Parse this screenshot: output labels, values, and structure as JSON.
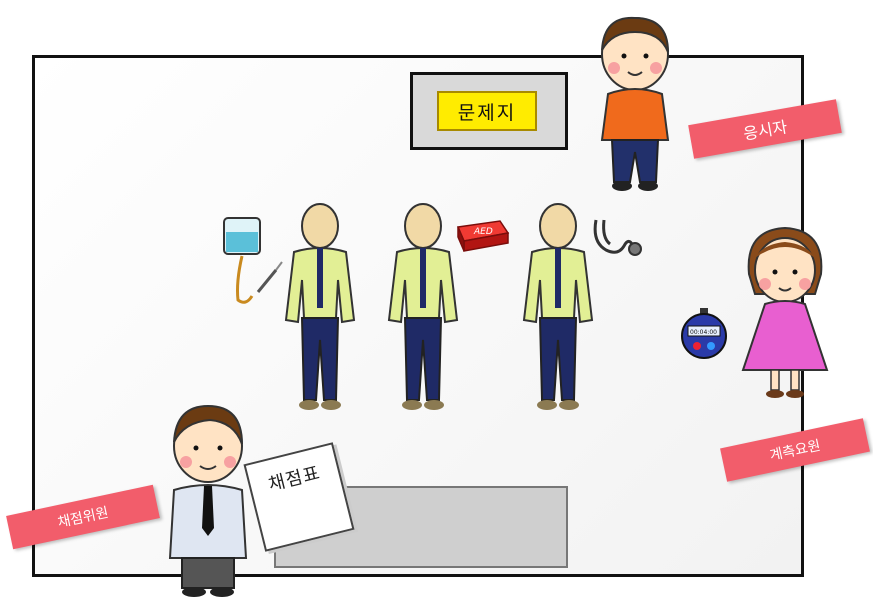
{
  "labels": {
    "problem_paper": "문제지",
    "examinee": "응시자",
    "timekeeper": "계측요원",
    "grader": "채점위원",
    "score_sheet": "채점표",
    "aed": "AED",
    "stopwatch_display": "00:04:00"
  },
  "colors": {
    "tag": "#f25d6b",
    "paper_label": "#ffec00",
    "shirt_patient": "#e2ef95",
    "pants_patient": "#1f2a66",
    "examinee_shirt": "#f06a1c",
    "timer_dress": "#e85fd0",
    "aed": "#d8201c"
  }
}
